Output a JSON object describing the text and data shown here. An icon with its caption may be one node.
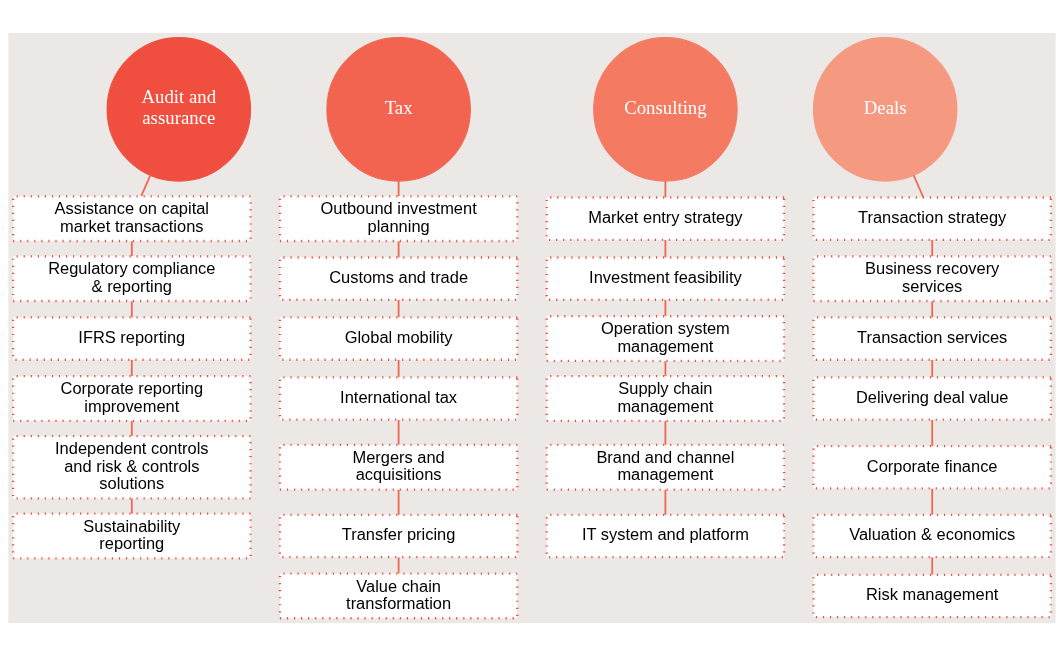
{
  "diagram": {
    "nodes": [
      {
        "text": [
          "Audit and assurance"
        ]
      },
      {
        "text": [
          "Assistance on capital market transactions"
        ]
      },
      {
        "text": [
          "Regulatory compliance & reporting"
        ]
      },
      {
        "text": [
          "IFRS reporting"
        ]
      },
      {
        "text": [
          "Corporate reporting improvement"
        ]
      },
      {
        "text": [
          "Independent controls and risk & controls solutions"
        ]
      },
      {
        "text": [
          "Sustainability reporting"
        ]
      },
      {
        "text": [
          "Tax"
        ]
      },
      {
        "text": [
          "Outbound investment planning"
        ]
      },
      {
        "text": [
          "Customs and trade"
        ]
      },
      {
        "text": [
          "Global mobility"
        ]
      },
      {
        "text": [
          "International tax"
        ]
      },
      {
        "text": [
          "Mergers and acquisitions"
        ]
      },
      {
        "text": [
          "Transfer pricing"
        ]
      },
      {
        "text": [
          "Value chain transformation"
        ]
      },
      {
        "text": [
          "Consulting"
        ]
      },
      {
        "text": [
          "Market entry strategy"
        ]
      },
      {
        "text": [
          "Investment feasibility"
        ]
      },
      {
        "text": [
          "Operation system management"
        ]
      },
      {
        "text": [
          "Supply chain management"
        ]
      },
      {
        "text": [
          "Brand and channel management"
        ]
      },
      {
        "text": [
          "IT system and platform"
        ]
      },
      {
        "text": [
          "Deals"
        ]
      },
      {
        "text": [
          "Transaction strategy"
        ]
      },
      {
        "text": [
          "Business recovery services"
        ]
      },
      {
        "text": [
          "Transaction services"
        ]
      },
      {
        "text": [
          "Delivering deal value"
        ]
      },
      {
        "text": [
          "Corporate finance"
        ]
      },
      {
        "text": [
          "Valuation & economics"
        ]
      },
      {
        "text": [
          "Risk management"
        ]
      }
    ],
    "edges": [
      {
        "from": 0,
        "to": 1,
        "arrow": "none"
      },
      {
        "from": 1,
        "to": 2,
        "arrow": "none"
      },
      {
        "from": 2,
        "to": 3,
        "arrow": "none"
      },
      {
        "from": 3,
        "to": 4,
        "arrow": "none"
      },
      {
        "from": 4,
        "to": 5,
        "arrow": "none"
      },
      {
        "from": 5,
        "to": 6,
        "arrow": "none"
      },
      {
        "from": 7,
        "to": 8,
        "arrow": "none"
      },
      {
        "from": 8,
        "to": 9,
        "arrow": "none"
      },
      {
        "from": 9,
        "to": 10,
        "arrow": "none"
      },
      {
        "from": 10,
        "to": 11,
        "arrow": "none"
      },
      {
        "from": 11,
        "to": 12,
        "arrow": "none"
      },
      {
        "from": 12,
        "to": 13,
        "arrow": "none"
      },
      {
        "from": 13,
        "to": 14,
        "arrow": "none"
      },
      {
        "from": 15,
        "to": 16,
        "arrow": "none"
      },
      {
        "from": 16,
        "to": 17,
        "arrow": "none"
      },
      {
        "from": 17,
        "to": 18,
        "arrow": "none"
      },
      {
        "from": 18,
        "to": 19,
        "arrow": "none"
      },
      {
        "from": 19,
        "to": 20,
        "arrow": "none"
      },
      {
        "from": 20,
        "to": 21,
        "arrow": "none"
      },
      {
        "from": 22,
        "to": 23,
        "arrow": "none"
      },
      {
        "from": 23,
        "to": 24,
        "arrow": "none"
      },
      {
        "from": 24,
        "to": 25,
        "arrow": "none"
      },
      {
        "from": 25,
        "to": 26,
        "arrow": "none"
      },
      {
        "from": 26,
        "to": 27,
        "arrow": "none"
      },
      {
        "from": 27,
        "to": 28,
        "arrow": "none"
      },
      {
        "from": 28,
        "to": 29,
        "arrow": "none"
      }
    ]
  }
}
